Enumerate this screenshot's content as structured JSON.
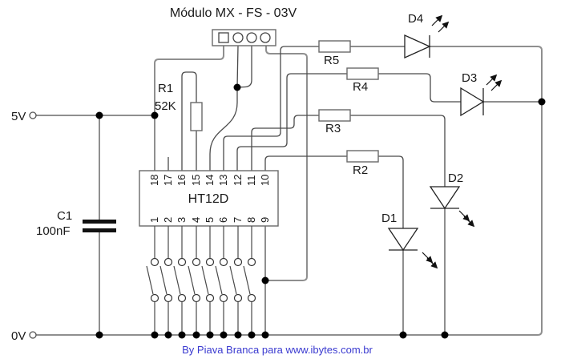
{
  "title": "Módulo MX - FS - 03V",
  "rails": {
    "v5_label": "5V",
    "v0_label": "0V"
  },
  "ic": {
    "name": "HT12D",
    "top_pins": [
      "18",
      "17",
      "16",
      "15",
      "14",
      "13",
      "12",
      "11",
      "10"
    ],
    "bottom_pins": [
      "1",
      "2",
      "3",
      "4",
      "5",
      "6",
      "7",
      "8",
      "9"
    ]
  },
  "components": {
    "r1": {
      "ref": "R1",
      "value": "52K"
    },
    "c1": {
      "ref": "C1",
      "value": "100nF"
    },
    "r2": {
      "ref": "R2"
    },
    "r3": {
      "ref": "R3"
    },
    "r4": {
      "ref": "R4"
    },
    "r5": {
      "ref": "R5"
    },
    "d1": {
      "ref": "D1"
    },
    "d2": {
      "ref": "D2"
    },
    "d3": {
      "ref": "D3"
    },
    "d4": {
      "ref": "D4"
    }
  },
  "footer": {
    "credit": "By Piava Branca para www.ibytes.com.br"
  },
  "colors": {
    "wire_gray": "#8f8f8f",
    "wire_signal": "#4a4a4a",
    "component_outline": "#6a6a6a",
    "led_black": "#222222",
    "footer_blue": "#3a3ad0",
    "background": "#ffffff"
  }
}
